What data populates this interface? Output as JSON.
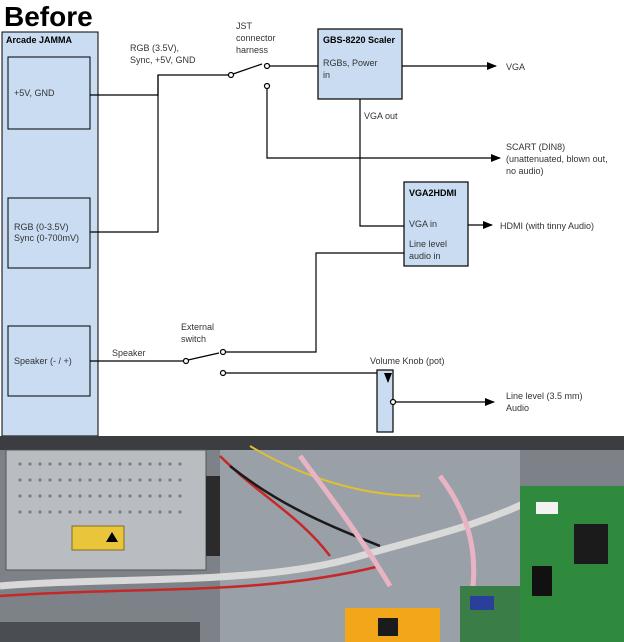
{
  "title": "Before",
  "jamma": {
    "title": "Arcade JAMMA",
    "power": "+5V, GND",
    "rgb_line1": "RGB (0-3.5V)",
    "rgb_line2": "Sync (0-700mV)",
    "speaker": "Speaker (- / +)"
  },
  "labels": {
    "rgb_sync_line1": "RGB (3.5V),",
    "rgb_sync_line2": "Sync, +5V, GND",
    "jst_line1": "JST",
    "jst_line2": "connector",
    "jst_line3": "harness",
    "vga_out": "VGA out",
    "speaker": "Speaker",
    "ext_switch_line1": "External",
    "ext_switch_line2": "switch",
    "volume_knob": "Volume Knob (pot)"
  },
  "gbs": {
    "title": "GBS-8220 Scaler",
    "line1": "RGBs, Power",
    "line2": "in"
  },
  "vga2hdmi": {
    "title": "VGA2HDMI",
    "vga_in": "VGA in",
    "line_level_1": "Line level",
    "line_level_2": "audio in"
  },
  "outputs": {
    "vga": "VGA",
    "scart_line1": "SCART (DIN8)",
    "scart_line2": "(unattenuated, blown out,",
    "scart_line3": "no audio)",
    "hdmi": "HDMI (with tinny Audio)",
    "line_level_1": "Line level (3.5 mm)",
    "line_level_2": "Audio"
  },
  "colors": {
    "box_fill": "#c9dcf2",
    "photo_metal": "#8a8f96",
    "psu": "#b9bcc0",
    "pcb_green": "#2f8a3e",
    "pcb_yellow": "#f2a71b",
    "wire_red": "#c62828"
  }
}
